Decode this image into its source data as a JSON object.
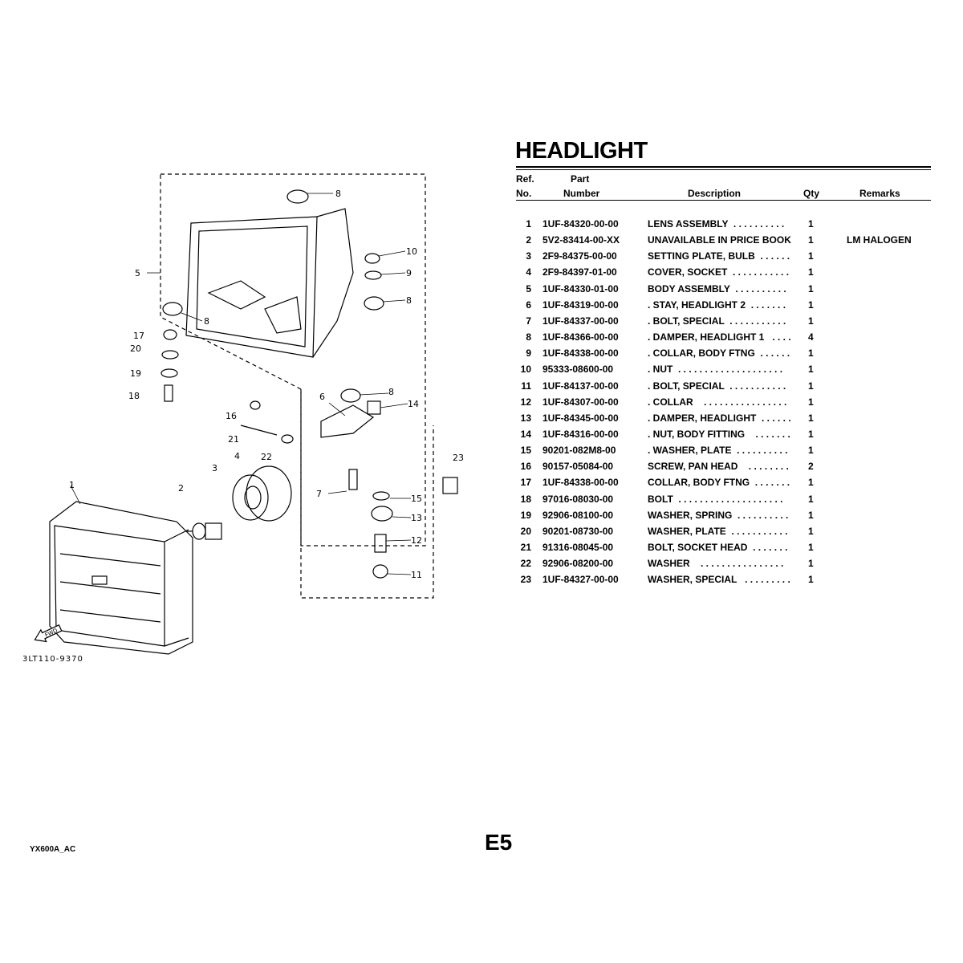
{
  "title": "HEADLIGHT",
  "headers": {
    "ref1": "Ref.",
    "ref2": "No.",
    "part1": "Part",
    "part2": "Number",
    "desc": "Description",
    "qty": "Qty",
    "remarks": "Remarks"
  },
  "rows": [
    {
      "ref": "1",
      "part": "1UF-84320-00-00",
      "desc": "LENS ASSEMBLY  . . . . . . . . . .",
      "qty": "1",
      "remarks": ""
    },
    {
      "ref": "2",
      "part": "5V2-83414-00-XX",
      "desc": "UNAVAILABLE IN PRICE BOOK",
      "qty": "1",
      "remarks": "LM HALOGEN"
    },
    {
      "ref": "3",
      "part": "2F9-84375-00-00",
      "desc": "SETTING PLATE, BULB  . . . . . .",
      "qty": "1",
      "remarks": ""
    },
    {
      "ref": "4",
      "part": "2F9-84397-01-00",
      "desc": "COVER, SOCKET  . . . . . . . . . . .",
      "qty": "1",
      "remarks": ""
    },
    {
      "ref": "5",
      "part": "1UF-84330-01-00",
      "desc": "BODY ASSEMBLY  . . . . . . . . . .",
      "qty": "1",
      "remarks": ""
    },
    {
      "ref": "6",
      "part": "1UF-84319-00-00",
      "desc": ". STAY, HEADLIGHT 2  . . . . . . .",
      "qty": "1",
      "remarks": ""
    },
    {
      "ref": "7",
      "part": "1UF-84337-00-00",
      "desc": ". BOLT, SPECIAL  . . . . . . . . . . .",
      "qty": "1",
      "remarks": ""
    },
    {
      "ref": "8",
      "part": "1UF-84366-00-00",
      "desc": ". DAMPER, HEADLIGHT 1   . . . .",
      "qty": "4",
      "remarks": ""
    },
    {
      "ref": "9",
      "part": "1UF-84338-00-00",
      "desc": ". COLLAR, BODY FTNG  . . . . . .",
      "qty": "1",
      "remarks": ""
    },
    {
      "ref": "10",
      "part": "95333-08600-00",
      "desc": ". NUT  . . . . . . . . . . . . . . . . . . . .",
      "qty": "1",
      "remarks": ""
    },
    {
      "ref": "11",
      "part": "1UF-84137-00-00",
      "desc": ". BOLT, SPECIAL  . . . . . . . . . . .",
      "qty": "1",
      "remarks": ""
    },
    {
      "ref": "12",
      "part": "1UF-84307-00-00",
      "desc": ". COLLAR    . . . . . . . . . . . . . . . .",
      "qty": "1",
      "remarks": ""
    },
    {
      "ref": "13",
      "part": "1UF-84345-00-00",
      "desc": ". DAMPER, HEADLIGHT  . . . . . .",
      "qty": "1",
      "remarks": ""
    },
    {
      "ref": "14",
      "part": "1UF-84316-00-00",
      "desc": ". NUT, BODY FITTING    . . . . . . .",
      "qty": "1",
      "remarks": ""
    },
    {
      "ref": "15",
      "part": "90201-082M8-00",
      "desc": ". WASHER, PLATE  . . . . . . . . . .",
      "qty": "1",
      "remarks": ""
    },
    {
      "ref": "16",
      "part": "90157-05084-00",
      "desc": "SCREW, PAN HEAD    . . . . . . . .",
      "qty": "2",
      "remarks": ""
    },
    {
      "ref": "17",
      "part": "1UF-84338-00-00",
      "desc": "COLLAR, BODY FTNG  . . . . . . .",
      "qty": "1",
      "remarks": ""
    },
    {
      "ref": "18",
      "part": "97016-08030-00",
      "desc": "BOLT  . . . . . . . . . . . . . . . . . . . .",
      "qty": "1",
      "remarks": ""
    },
    {
      "ref": "19",
      "part": "92906-08100-00",
      "desc": "WASHER, SPRING  . . . . . . . . . .",
      "qty": "1",
      "remarks": ""
    },
    {
      "ref": "20",
      "part": "90201-08730-00",
      "desc": "WASHER, PLATE  . . . . . . . . . . .",
      "qty": "1",
      "remarks": ""
    },
    {
      "ref": "21",
      "part": "91316-08045-00",
      "desc": "BOLT, SOCKET HEAD  . . . . . . .",
      "qty": "1",
      "remarks": ""
    },
    {
      "ref": "22",
      "part": "92906-08200-00",
      "desc": "WASHER    . . . . . . . . . . . . . . . .",
      "qty": "1",
      "remarks": ""
    },
    {
      "ref": "23",
      "part": "1UF-84327-00-00",
      "desc": "WASHER, SPECIAL   . . . . . . . . .",
      "qty": "1",
      "remarks": ""
    }
  ],
  "diagram": {
    "figure_code": "3LT110-9370",
    "fwd_label": "FWD",
    "callouts": [
      "8",
      "10",
      "9",
      "8",
      "5",
      "8",
      "17",
      "20",
      "19",
      "18",
      "6",
      "8",
      "14",
      "16",
      "21",
      "22",
      "3",
      "4",
      "23",
      "2",
      "7",
      "15",
      "13",
      "12",
      "11",
      "1"
    ]
  },
  "footer": {
    "model": "YX600A_AC",
    "page": "E5"
  }
}
